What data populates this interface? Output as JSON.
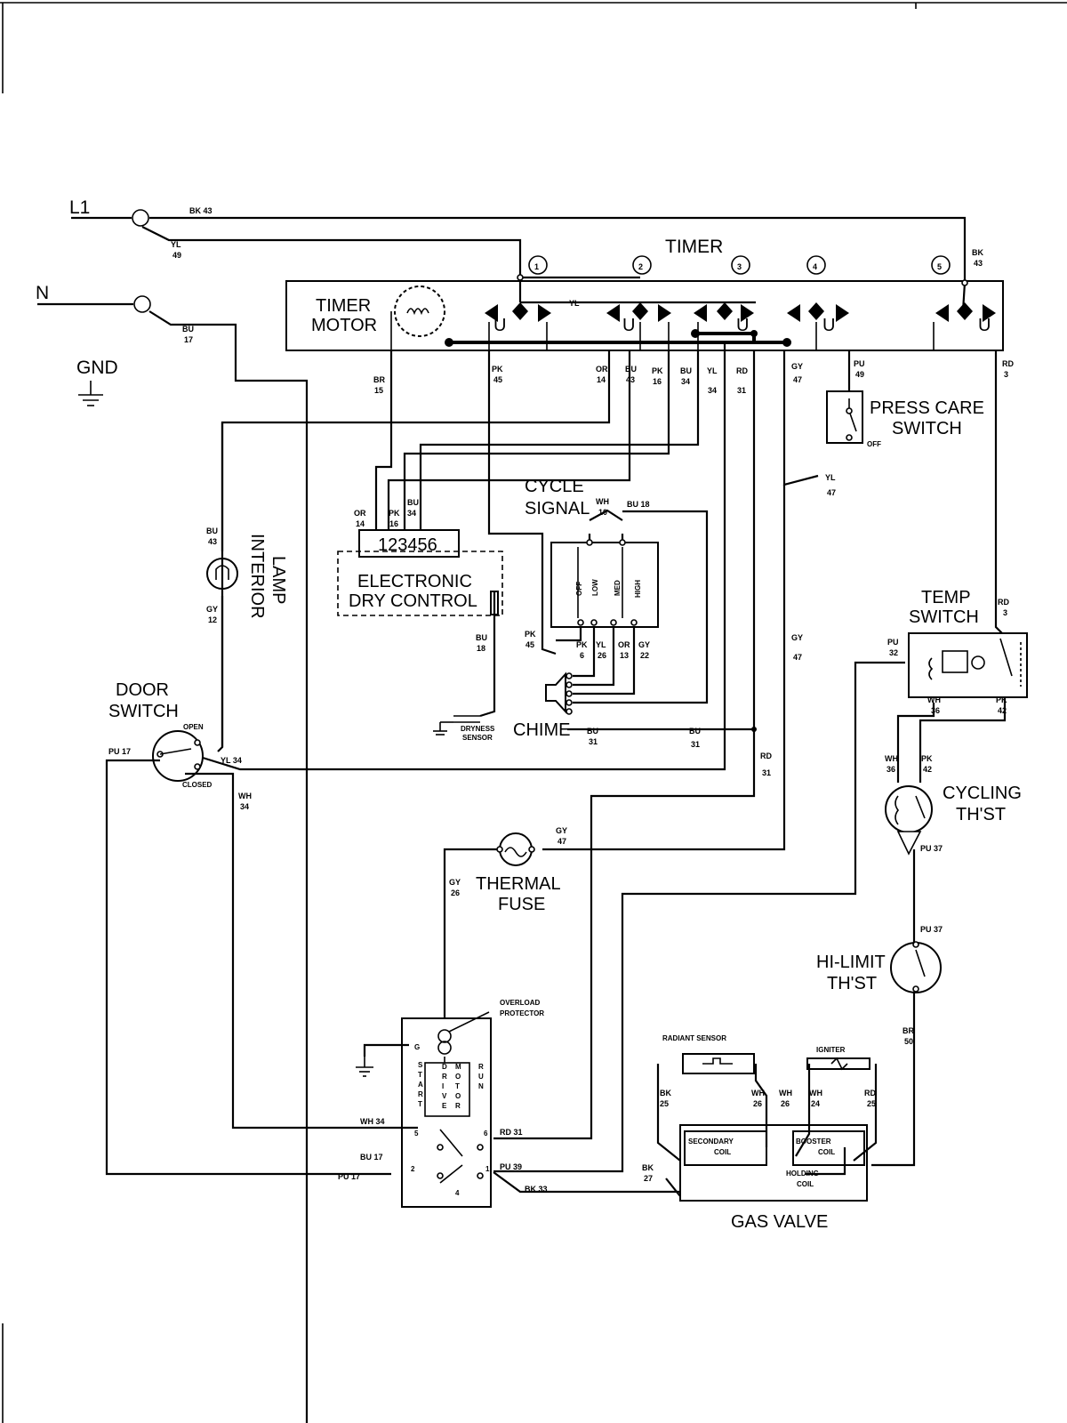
{
  "lines": {
    "l1": "L1",
    "n": "N",
    "gnd": "GND"
  },
  "timer": {
    "title": "TIMER",
    "motor_line1": "TIMER",
    "motor_line2": "MOTOR",
    "yl": "YL",
    "circuits": [
      "1",
      "2",
      "3",
      "4",
      "5"
    ],
    "u": "U"
  },
  "press_care": {
    "line1": "PRESS CARE",
    "line2": "SWITCH",
    "off": "OFF"
  },
  "cycle_signal": {
    "line1": "CYCLE",
    "line2": "SIGNAL",
    "positions": [
      "OFF",
      "LOW",
      "MED",
      "HIGH"
    ]
  },
  "edc": {
    "digits": "123456",
    "line1": "ELECTRONIC",
    "line2": "DRY CONTROL",
    "dryness": "DRYNESS",
    "sensor": "SENSOR"
  },
  "chime": "CHIME",
  "interior_lamp": {
    "line1": "INTERIOR",
    "line2": "LAMP"
  },
  "door_switch": {
    "line1": "DOOR",
    "line2": "SWITCH",
    "open": "OPEN",
    "closed": "CLOSED"
  },
  "temp_switch": {
    "line1": "TEMP",
    "line2": "SWITCH"
  },
  "cycling_thst": {
    "line1": "CYCLING",
    "line2": "TH'ST"
  },
  "hi_limit": {
    "line1": "HI-LIMIT",
    "line2": "TH'ST"
  },
  "thermal_fuse": {
    "line1": "THERMAL",
    "line2": "FUSE"
  },
  "drive_motor": {
    "overload_line1": "OVERLOAD",
    "overload_line2": "PROTECTOR",
    "start": "START",
    "drive": "DRIVE",
    "motor": "MOTOR",
    "run": "RUN",
    "terminals": [
      "G",
      "5",
      "6",
      "2",
      "1",
      "4"
    ]
  },
  "gas_valve": {
    "title": "GAS VALVE",
    "radiant_sensor": "RADIANT SENSOR",
    "igniter": "IGNITER",
    "secondary_coil": "SECONDARY",
    "secondary_coil2": "COIL",
    "booster_coil": "BOOSTER",
    "booster_coil2": "COIL",
    "holding_coil": "HOLDING",
    "holding_coil2": "COIL"
  },
  "wire_labels": {
    "bk43_top": "BK 43",
    "yl49": "YL",
    "yl49n": "49",
    "bu17": "BU",
    "bu17n": "17",
    "bk43_r": "BK",
    "bk43_rn": "43",
    "br15": "BR",
    "br15n": "15",
    "pk45": "PK",
    "pk45n": "45",
    "or14": "OR",
    "or14n": "14",
    "bu43": "BU",
    "bu43n": "43",
    "pk16": "PK",
    "pk16n": "16",
    "bu34": "BU",
    "bu34n": "34",
    "yl34": "YL",
    "yl34n": "34",
    "rd31": "RD",
    "rd31n": "31",
    "gy47": "GY",
    "gy47n": "47",
    "pu49": "PU",
    "pu49n": "49",
    "rd3": "RD",
    "rd3n": "3",
    "edc_or14": "OR",
    "edc_or14n": "14",
    "edc_pk16": "PK",
    "edc_pk16n": "16",
    "edc_bu34": "BU",
    "edc_bu34n": "34",
    "yl47": "YL",
    "yl47n": "47",
    "wh10": "WH",
    "wh10n": "10",
    "bu18_cs": "BU 18",
    "bu43_lamp": "BU",
    "bu43_lampn": "43",
    "gy12": "GY",
    "gy12n": "12",
    "bu18": "BU",
    "bu18n": "18",
    "pk45_ch": "PK",
    "pk45_chn": "45",
    "pk6": "PK",
    "pk6n": "6",
    "yl26": "YL",
    "yl26n": "26",
    "or13": "OR",
    "or13n": "13",
    "gy22": "GY",
    "gy22n": "22",
    "gy47_mid": "GY",
    "gy47_midn": "47",
    "bu31_a": "BU",
    "bu31_an": "31",
    "bu31_b": "BU",
    "bu31_bn": "31",
    "rd31_mid": "RD",
    "rd31_midn": "31",
    "pu17_door": "PU 17",
    "yl34_door": "YL 34",
    "wh34_door": "WH",
    "wh34_doorn": "34",
    "pu32": "PU",
    "pu32n": "32",
    "rd3_ts": "RD",
    "rd3_tsn": "3",
    "wh36": "WH",
    "wh36n": "36",
    "pk42": "PK",
    "pk42n": "42",
    "wh36_c": "WH",
    "wh36_cn": "36",
    "pk42_c": "PK",
    "pk42_cn": "42",
    "pu37_a": "PU 37",
    "pu37_b": "PU 37",
    "br50": "BR",
    "br50n": "50",
    "gy47_tf": "GY",
    "gy47_tfn": "47",
    "gy26": "GY",
    "gy26n": "26",
    "wh34_m": "WH 34",
    "rd31_m": "RD 31",
    "bu17_m": "BU 17",
    "pu17_m": "PU 17",
    "pu39": "PU 39",
    "bk33": "BK 33",
    "bk25": "BK",
    "bk25n": "25",
    "wh26": "WH",
    "wh26n": "26",
    "wh26b": "WH",
    "wh26bn": "26",
    "wh24": "WH",
    "wh24n": "24",
    "rd25": "RD",
    "rd25n": "25",
    "bk27": "BK",
    "bk27n": "27"
  }
}
